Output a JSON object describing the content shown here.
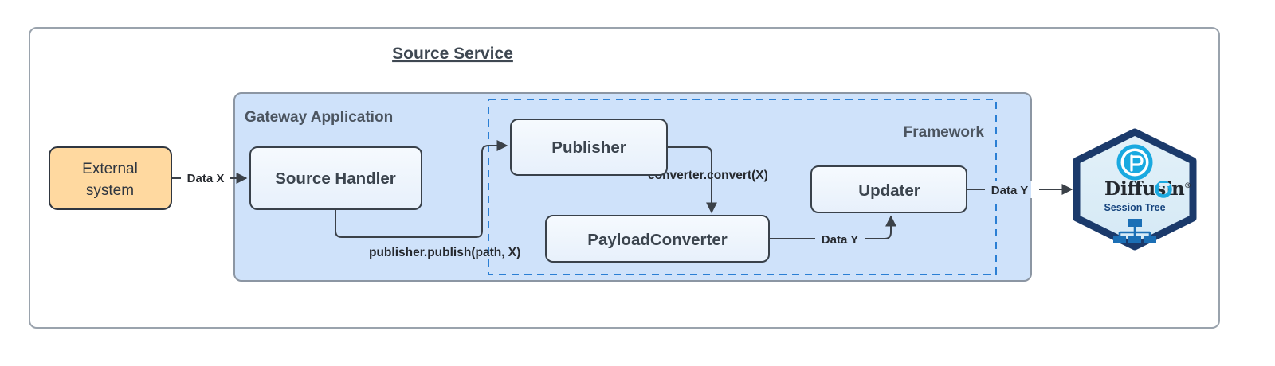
{
  "diagram": {
    "title": "Source Service",
    "groups": [
      {
        "id": "gateway",
        "label": "Gateway Application"
      },
      {
        "id": "framework",
        "label": "Framework"
      }
    ],
    "nodes": [
      {
        "id": "external-system",
        "label_line1": "External",
        "label_line2": "system",
        "fill": "#ffd9a0",
        "stroke": "#2f3640"
      },
      {
        "id": "source-handler",
        "label": "Source Handler",
        "fill": "#eef4fc",
        "stroke": "#39414a"
      },
      {
        "id": "publisher",
        "label": "Publisher",
        "fill": "#eef4fc",
        "stroke": "#39414a"
      },
      {
        "id": "payload-converter",
        "label": "PayloadConverter",
        "fill": "#eef4fc",
        "stroke": "#39414a"
      },
      {
        "id": "updater",
        "label": "Updater",
        "fill": "#eef4fc",
        "stroke": "#39414a"
      }
    ],
    "edges": [
      {
        "id": "external-to-handler",
        "label": "Data X"
      },
      {
        "id": "handler-to-publisher",
        "label": "publisher.publish(path, X)"
      },
      {
        "id": "publisher-to-converter",
        "label": "converter.convert(X)"
      },
      {
        "id": "converter-to-updater",
        "label": "Data Y"
      },
      {
        "id": "updater-to-diffusion",
        "label": "Data Y"
      }
    ],
    "diffusion": {
      "wordmark": "Diffusi",
      "wordmark_tail": "n",
      "registered_mark": "®",
      "caption": "Session Tree",
      "hex_fill": "#dcedf7",
      "hex_stroke": "#1b3a6b",
      "logo_color": "#1aa9e0",
      "tree_color": "#1c6fb5"
    },
    "colors": {
      "panel_fill": "#cfe2fa",
      "panel_stroke": "#8c96a3",
      "framework_dash_stroke": "#2b7fd4",
      "outer_stroke": "#9aa3ad",
      "connector": "#3b4148"
    }
  }
}
